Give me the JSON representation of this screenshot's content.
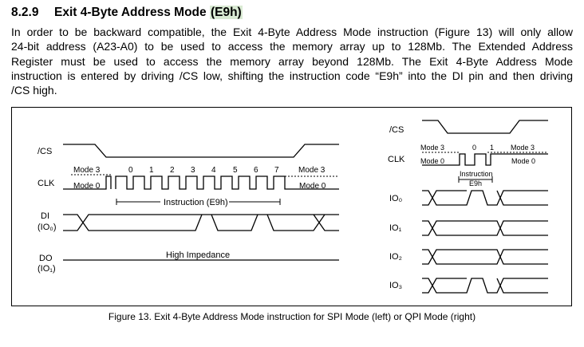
{
  "section": {
    "number": "8.2.9",
    "title": "Exit 4-Byte Address Mode",
    "code": "(E9h)"
  },
  "paragraph": [
    "In order to be backward compatible, the Exit 4-Byte Address Mode instruction (Figure 13) will only allow",
    "24-bit address (A23-A0) to be used to access the memory array up to 128Mb. The Extended Address",
    "Register must be used to access the memory array beyond 128Mb. The Exit 4-Byte Address Mode",
    "instruction is entered by driving /CS low, shifting the instruction code “E9h” into the DI pin and then driving",
    "/CS high."
  ],
  "spi": {
    "signals": {
      "cs": "/CS",
      "clk": "CLK",
      "di": "DI",
      "di_alt": "(IO₀)",
      "do": "DO",
      "do_alt": "(IO₁)"
    },
    "mode3": "Mode 3",
    "mode0": "Mode 0",
    "clock_numbers": [
      "0",
      "1",
      "2",
      "3",
      "4",
      "5",
      "6",
      "7"
    ],
    "instruction": "Instruction (E9h)",
    "high_impedance": "High Impedance"
  },
  "qpi": {
    "signals": {
      "cs": "/CS",
      "clk": "CLK",
      "io0": "IO₀",
      "io1": "IO₁",
      "io2": "IO₂",
      "io3": "IO₃"
    },
    "mode3": "Mode 3",
    "mode0": "Mode 0",
    "clock_numbers": [
      "0",
      "1"
    ],
    "instruction": "Instruction",
    "instruction_code": "E9h"
  },
  "caption": "Figure 13. Exit 4-Byte Address Mode instruction for SPI Mode (left) or QPI Mode (right)"
}
